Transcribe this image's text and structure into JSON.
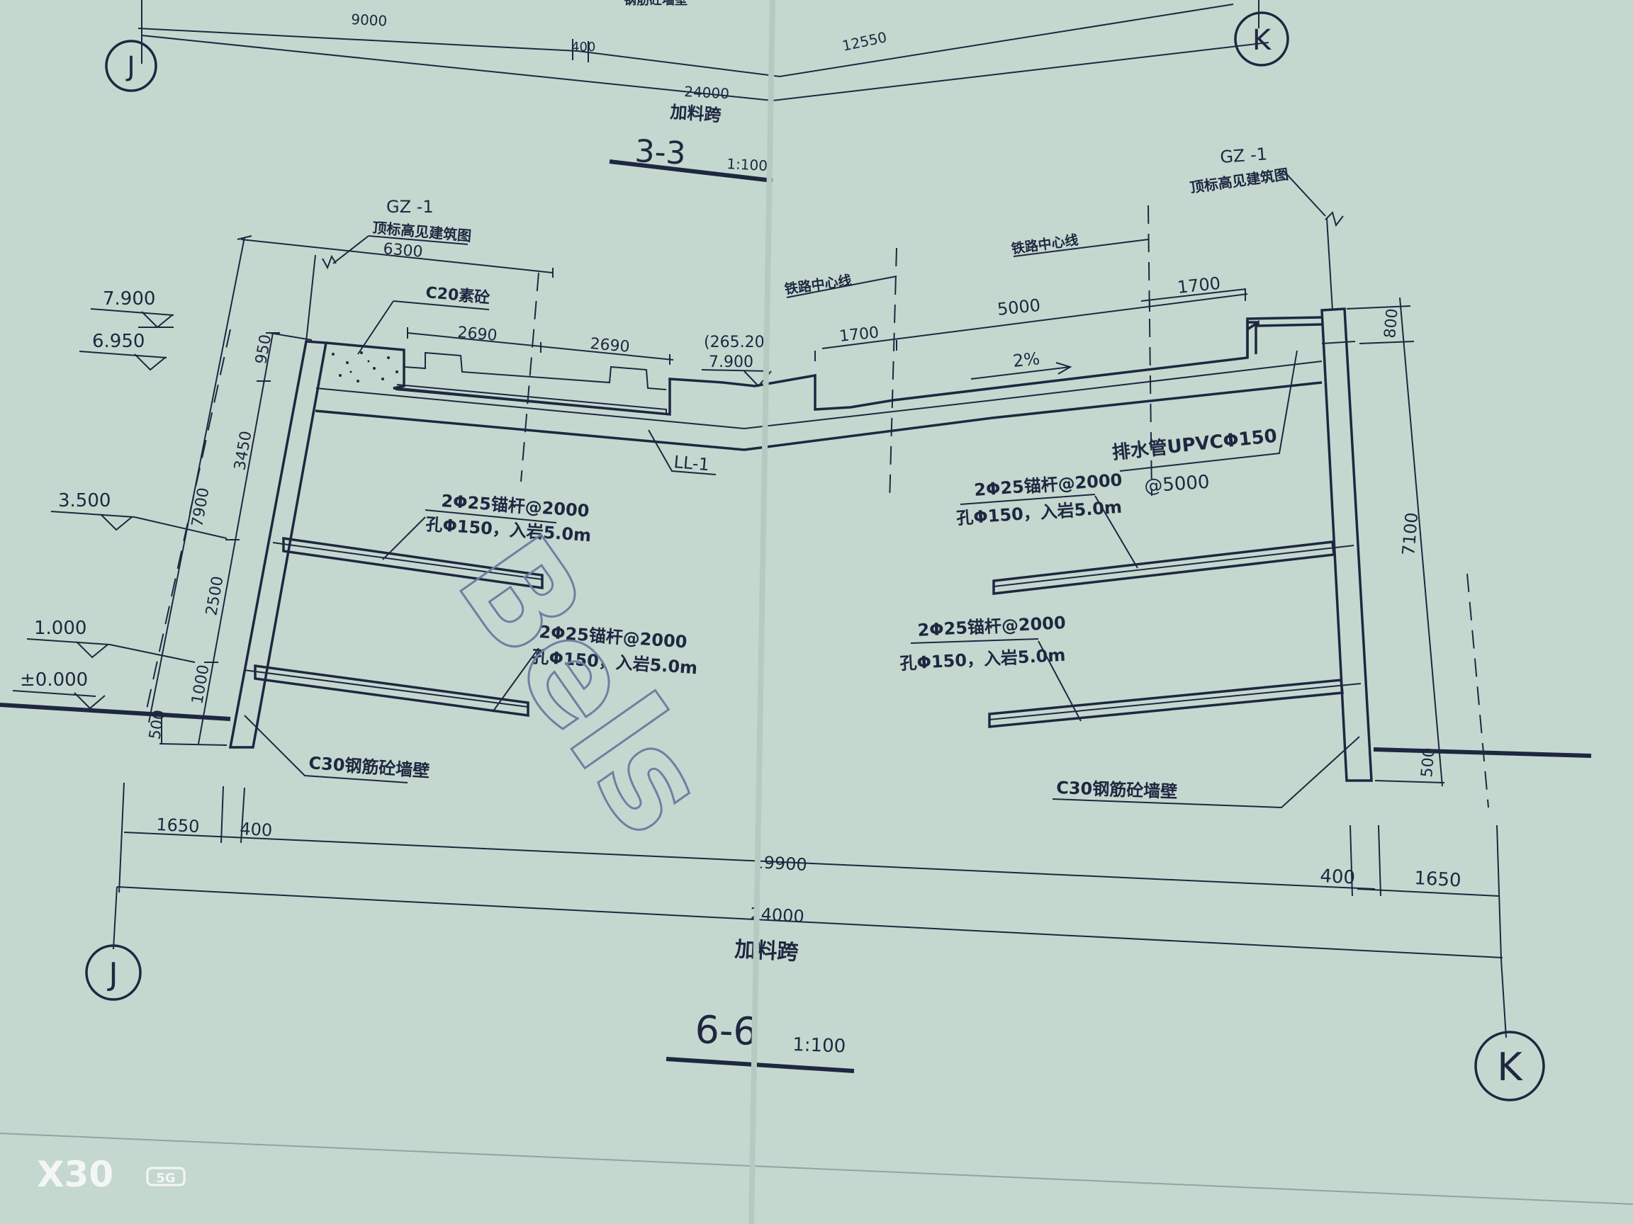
{
  "top_section": {
    "dims": [
      "9000",
      "400",
      "12550",
      "24000"
    ],
    "span_name": "加料跨",
    "axis_left": "J",
    "axis_right": "K",
    "title": "3-3",
    "scale": "1:100",
    "top_note": "钢筋砼墙壁"
  },
  "main_section": {
    "title": "6-6",
    "scale": "1:100",
    "span_name": "加料跨",
    "axis_left": "J",
    "axis_right": "K",
    "elevations": [
      "7.900",
      "6.950",
      "3.500",
      "1.000",
      "±0.000"
    ],
    "top_elev_mark": "(265.20)",
    "top_elev_value": "7.900",
    "gz_left": "GZ -1",
    "gz_left_note": "顶标高见建筑图",
    "gz_right": "GZ -1",
    "gz_right_note": "顶标高见建筑图",
    "rail_centerline_1": "铁路中心线",
    "rail_centerline_2": "铁路中心线",
    "c20_label": "C20素砼",
    "ll_label": "LL-1",
    "drain_pipe": "排水管UPVCΦ150",
    "drain_spacing": "@5000",
    "slope": "2%",
    "anchor_label": "2Φ25锚杆@2000",
    "anchor_note": "孔Φ150，入岩5.0m",
    "wall_label": "C30钢筋砼墙壁",
    "dims_left_vertical": [
      "950",
      "3450",
      "2500",
      "1000",
      "500",
      "7900"
    ],
    "dims_right_vertical": [
      "800",
      "7100",
      "500"
    ],
    "dims_top": [
      "6300",
      "2690",
      "2690",
      "1700",
      "5000",
      "1700"
    ],
    "dims_bottom": [
      "1650",
      "400",
      "19900",
      "400",
      "1650",
      "24000"
    ]
  },
  "watermark": "Bels",
  "camera_badge": "X30",
  "camera_net": "5G"
}
